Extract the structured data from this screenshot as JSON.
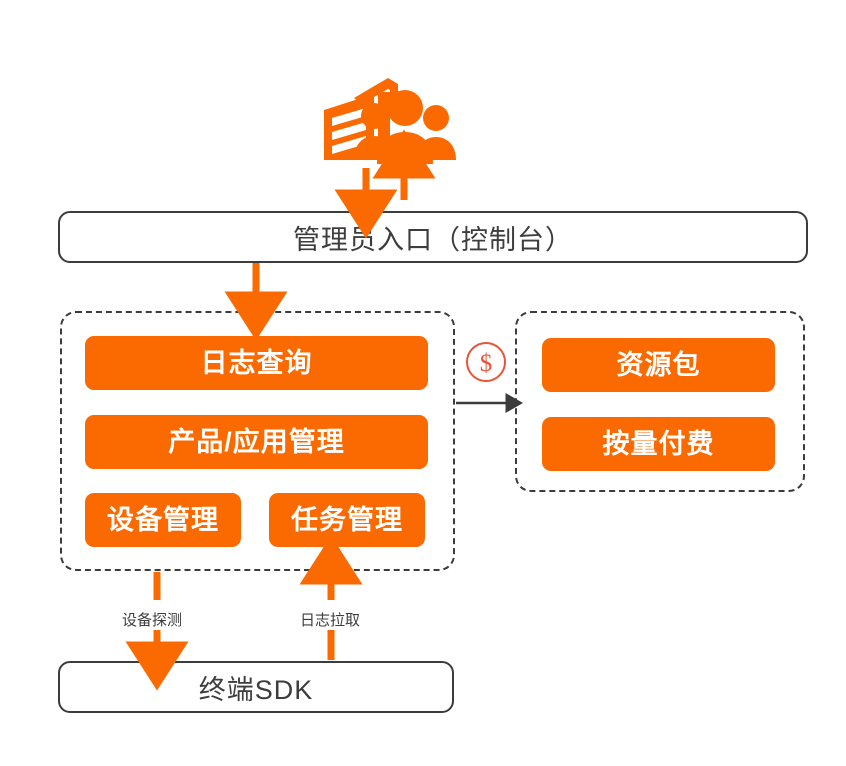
{
  "diagram": {
    "title_icon": "enterprise-building-people-icon",
    "accent_color": "#fb6a00",
    "line_color": "#3c3c3c",
    "badge_color": "#e8533a"
  },
  "actor": {
    "icon_name": "enterprise-users-icon",
    "arrow_down_name": "arrow-down-to-console",
    "arrow_up_name": "arrow-up-from-console"
  },
  "admin_entry": {
    "label": "管理员入口（控制台）"
  },
  "console_group": {
    "name": "console-capability-group",
    "chips": [
      {
        "id": "log-query",
        "label": "日志查询"
      },
      {
        "id": "product-mgmt",
        "label": "产品/应用管理"
      },
      {
        "id": "device-mgmt",
        "label": "设备管理"
      },
      {
        "id": "task-mgmt",
        "label": "任务管理"
      }
    ]
  },
  "billing_group": {
    "name": "billing-group",
    "badge": "$",
    "chips": [
      {
        "id": "resource-pack",
        "label": "资源包"
      },
      {
        "id": "pay-as-you-go",
        "label": "按量付费"
      }
    ]
  },
  "edges": {
    "device_probe": "设备探测",
    "log_pull": "日志拉取"
  },
  "terminal_sdk": {
    "label": "终端SDK"
  }
}
